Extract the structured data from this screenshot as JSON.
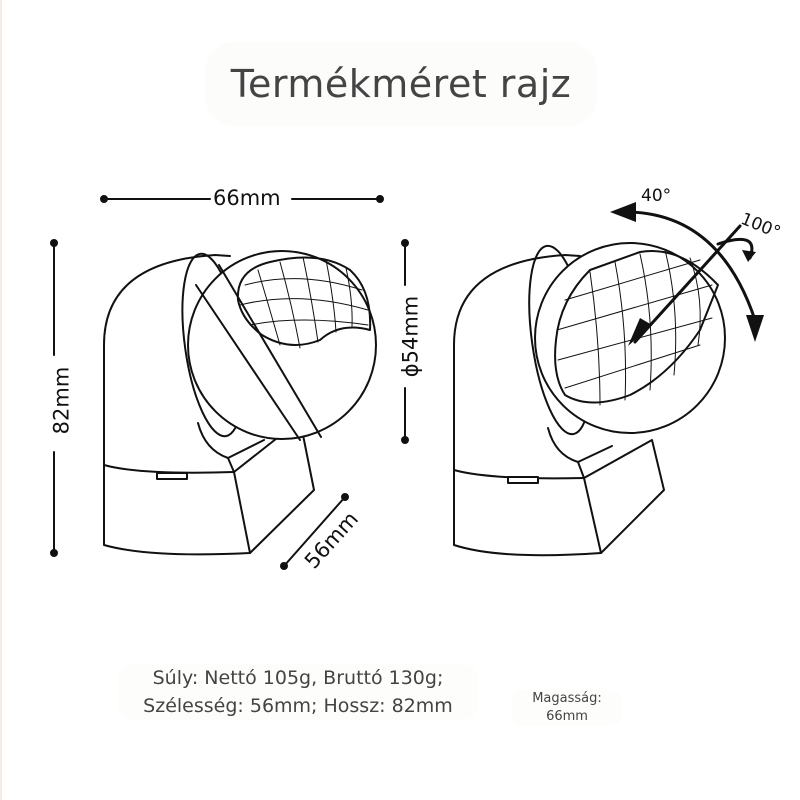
{
  "title": "Termékméret rajz",
  "dimensions": {
    "width_top": "66mm",
    "height_left": "82mm",
    "diameter": "ϕ54mm",
    "depth": "56mm"
  },
  "angles": {
    "tilt": "40°",
    "rotate": "100°"
  },
  "specs": {
    "line1": "Súly: Nettó 105g, Bruttó 130g;",
    "line2": "Szélesség: 56mm; Hossz: 82mm"
  },
  "height_note": {
    "label": "Magasság:",
    "value": "66mm"
  },
  "colors": {
    "line": "#111111",
    "text": "#444444",
    "background": "#ffffff"
  }
}
